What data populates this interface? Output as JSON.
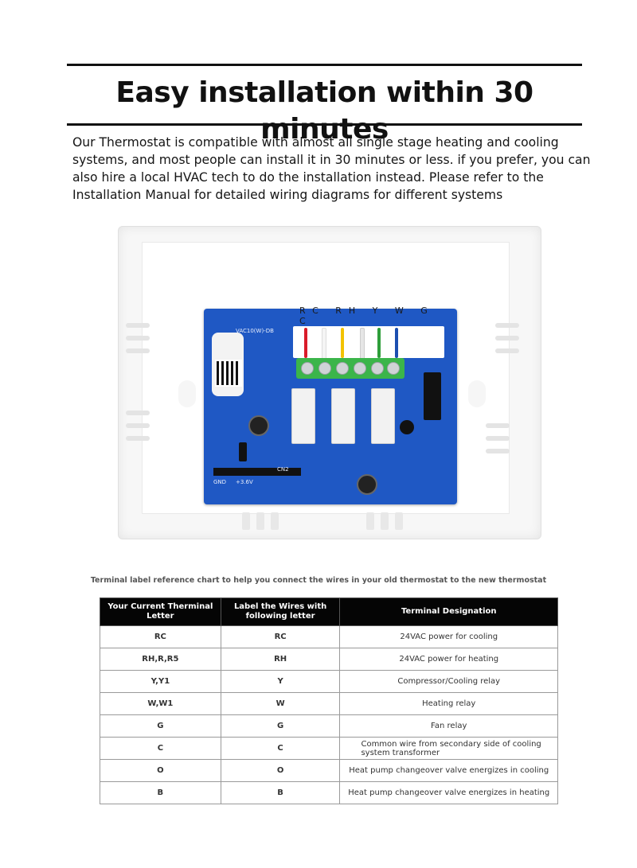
{
  "heading": {
    "title": "Easy installation within 30 minutes"
  },
  "intro": {
    "text": "Our Thermostat is compatible with almost all single stage heating and cooling systems, and most people can install it in 30 minutes or less. if you prefer, you can also hire a local HVAC tech to do the installation instead. Please refer to the Installation Manual for detailed wiring diagrams for different systems"
  },
  "photo": {
    "terminal_labels": "RC RH Y W G C",
    "board_model": "VAC10(W)-DB",
    "silkscreen_gnd": "GND",
    "silkscreen_cn2": "CN2",
    "silkscreen_v": "+3.6V",
    "wire_colors": [
      "#d91c2a",
      "#ffffff",
      "#f2c200",
      "#e6e6e6",
      "#2e9e3a",
      "#1c4fb0"
    ]
  },
  "reference": {
    "caption": "Terminal label reference chart to help you connect the wires in your old thermostat to the new thermostat",
    "headers": {
      "col1": "Your Current Therminal Letter",
      "col2": "Label the Wires with following letter",
      "col3": "Terminal Designation"
    },
    "rows": [
      {
        "current": "RC",
        "label": "RC",
        "designation": "24VAC power for cooling"
      },
      {
        "current": "RH,R,R5",
        "label": "RH",
        "designation": "24VAC power for heating"
      },
      {
        "current": "Y,Y1",
        "label": "Y",
        "designation": "Compressor/Cooling relay"
      },
      {
        "current": "W,W1",
        "label": "W",
        "designation": "Heating relay"
      },
      {
        "current": "G",
        "label": "G",
        "designation": "Fan relay"
      },
      {
        "current": "C",
        "label": "C",
        "designation": "Common wire from secondary side of cooling system transformer"
      },
      {
        "current": "O",
        "label": "O",
        "designation": "Heat pump changeover valve energizes in cooling"
      },
      {
        "current": "B",
        "label": "B",
        "designation": "Heat pump changeover valve energizes in heating"
      }
    ]
  }
}
